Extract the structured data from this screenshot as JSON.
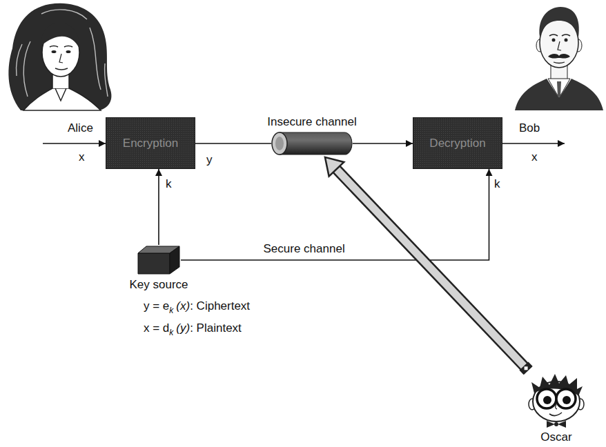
{
  "diagram": {
    "nodes": [
      {
        "text": [
          "Encryption"
        ]
      },
      {
        "text": [
          "Insecure channel"
        ]
      },
      {
        "text": [
          "Decryption"
        ]
      },
      {
        "text": [
          "Key source"
        ]
      },
      {
        "text": [
          "Oscar"
        ]
      }
    ],
    "edges": [
      {
        "from": 0,
        "to": 1,
        "arrow": "none",
        "label": "y"
      },
      {
        "from": 1,
        "to": 2,
        "arrow": "to"
      },
      {
        "from": 3,
        "to": 0,
        "arrow": "to",
        "label": "k"
      },
      {
        "from": 3,
        "to": 2,
        "arrow": "to",
        "label": "Secure channel"
      },
      {
        "from": 4,
        "to": 1,
        "arrow": "to"
      }
    ],
    "labels": [
      "Alice",
      "x",
      "Bob",
      "x",
      "k",
      "y = e",
      "k",
      "(x)",
      ": Ciphertext",
      "x = d",
      "k",
      "(y)",
      ": Plaintext"
    ]
  }
}
